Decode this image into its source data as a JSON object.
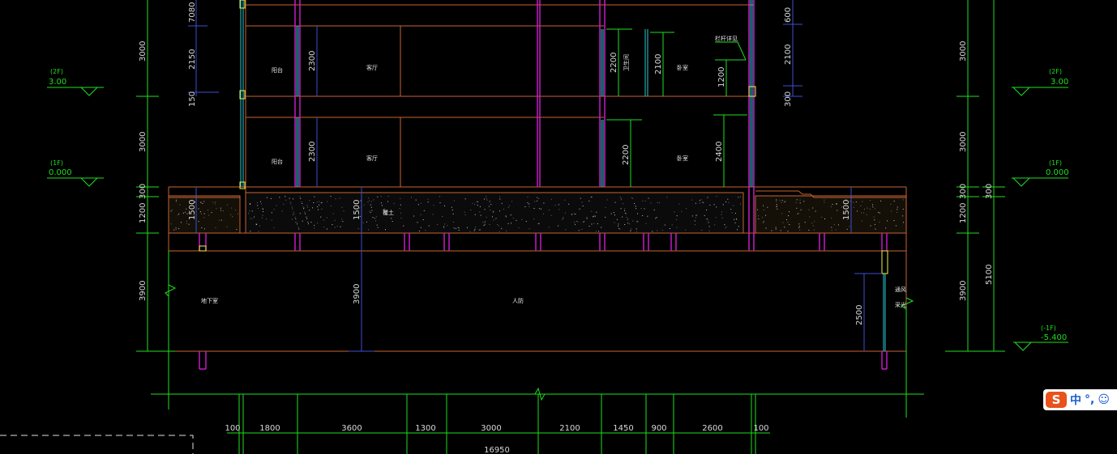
{
  "colors": {
    "background": "#000000",
    "dimension": "#1ee01e",
    "wall": "#c86432",
    "column": "#d21ed2",
    "glazing": "#28c8d2",
    "blue_dim": "#3c50d2",
    "slab_text": "#ffffff",
    "level_text": "#f0f04a"
  },
  "levels": {
    "left": [
      {
        "tag": "(2F)",
        "value": "3.00"
      },
      {
        "tag": "(1F)",
        "value": "0.000"
      }
    ],
    "right": [
      {
        "tag": "(2F)",
        "value": "3.00"
      },
      {
        "tag": "(1F)",
        "value": "0.000"
      },
      {
        "tag": "(-1F)",
        "value": "-5.400"
      }
    ]
  },
  "vertical_dims": {
    "left": [
      "3000",
      "3000",
      "300",
      "1200",
      "3900"
    ],
    "right_inner": [
      "3000",
      "3000",
      "300",
      "1200",
      "3900"
    ],
    "right_outer": [
      "300",
      "5100"
    ],
    "inner": {
      "d7080": "7080",
      "d2150": "2150",
      "d150": "150",
      "d2300a": "2300",
      "d2300b": "2300",
      "d1500a": "1500",
      "d1500b": "1500",
      "d1500c": "1500",
      "d3900": "3900",
      "d2200a": "2200",
      "d2100a": "2100",
      "d2200b": "2200",
      "d1200": "1200",
      "d2400": "2400",
      "d600": "600",
      "d2100b": "2100",
      "d300": "300",
      "d2500": "2500"
    }
  },
  "horizontal_dims": {
    "segments": [
      "100",
      "1800",
      "3600",
      "1300",
      "3000",
      "2100",
      "1450",
      "900",
      "2600",
      "100"
    ],
    "total": "16950"
  },
  "room_labels": {
    "balcony_2f": "阳台",
    "living_2f": "客厅",
    "balcony_1f": "阳台",
    "living_1f": "客厅",
    "bedroom_1f": "卧室",
    "bedroom_2f": "卧室",
    "toilet_2f": "卫生间",
    "slab": "覆土",
    "basement": "人防",
    "basement_left": "地下室",
    "note_right_a": "通风",
    "note_right_b": "采光",
    "railing_note": "栏杆详见"
  },
  "ime": {
    "logo": "S",
    "mode": "中",
    "punct": "°,",
    "emoji": "☺"
  }
}
